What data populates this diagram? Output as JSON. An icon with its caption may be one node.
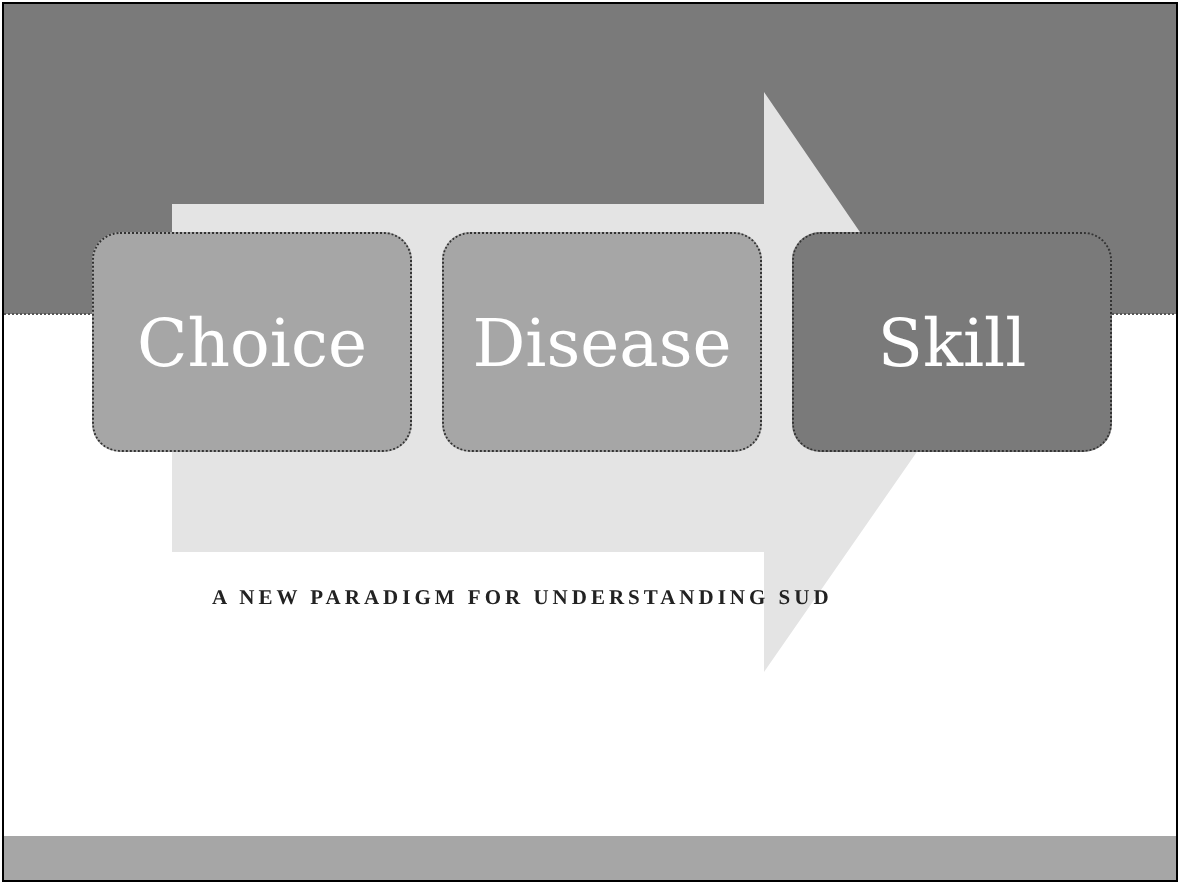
{
  "diagram": {
    "nodes": [
      {
        "text": [
          "Choice"
        ]
      },
      {
        "text": [
          "Disease"
        ]
      },
      {
        "text": [
          "Skill"
        ]
      }
    ],
    "edges": [
      {
        "from": 0,
        "to": 2,
        "arrow": "to"
      }
    ],
    "caption": "A NEW PARADIGM FOR UNDERSTANDING SUD"
  }
}
